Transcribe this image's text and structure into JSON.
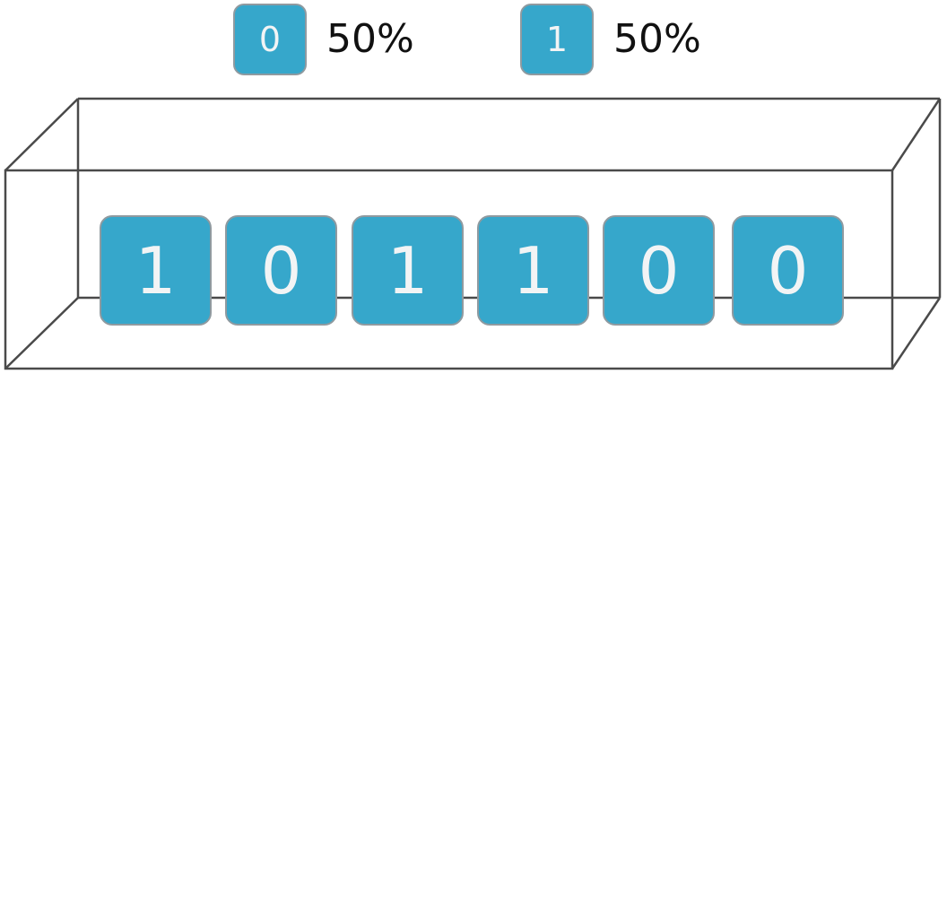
{
  "legend": [
    {
      "symbol": "0",
      "percent": "50%"
    },
    {
      "symbol": "1",
      "percent": "50%"
    }
  ],
  "container": {
    "shape": "3d-box-wireframe"
  },
  "bits": [
    "1",
    "0",
    "1",
    "1",
    "0",
    "0"
  ],
  "colors": {
    "tile_fill": "#36a7cb",
    "tile_border": "#8f9aa0",
    "tile_text": "#f2f4f5",
    "box_line": "#4a4a4a"
  }
}
